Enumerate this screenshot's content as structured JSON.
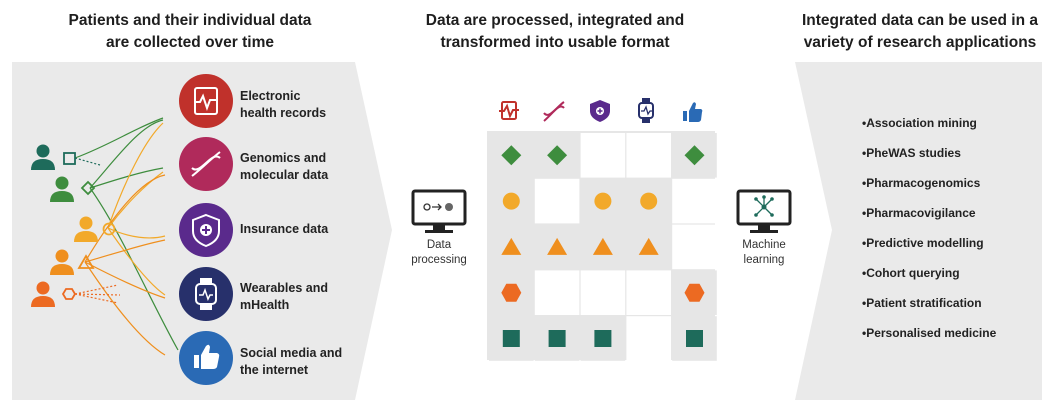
{
  "headers": {
    "col1": [
      "Patients and their individual data",
      "are collected over time"
    ],
    "col2": [
      "Data are processed, integrated and",
      "transformed into usable format"
    ],
    "col3": [
      "Integrated data can be used in a",
      "variety of research applications"
    ]
  },
  "sources": [
    {
      "icon": "ehr-icon",
      "color": "#c0312b",
      "label": [
        "Electronic",
        "health records"
      ]
    },
    {
      "icon": "dna-icon",
      "color": "#b02a5b",
      "label": [
        "Genomics and",
        "molecular data"
      ]
    },
    {
      "icon": "shield-icon",
      "color": "#5a2a8c",
      "label": [
        "Insurance data"
      ]
    },
    {
      "icon": "smartwatch-icon",
      "color": "#27306b",
      "label": [
        "Wearables and",
        "mHealth"
      ]
    },
    {
      "icon": "thumbs-up-icon",
      "color": "#2a6ab5",
      "label": [
        "Social media and",
        "the internet"
      ]
    }
  ],
  "processing": {
    "data_processing": [
      "Data",
      "processing"
    ],
    "machine_learning": [
      "Machine",
      "learning"
    ]
  },
  "matrix": {
    "rows": [
      "diamond",
      "circle",
      "triangle",
      "hexagon",
      "square"
    ],
    "colors": {
      "diamond": "#3e8d3e",
      "circle": "#f2a92a",
      "triangle": "#ef8f1e",
      "hexagon": "#ec6a22",
      "square": "#1e6b5b"
    },
    "cells": [
      [
        1,
        1,
        0,
        0,
        1
      ],
      [
        1,
        0,
        1,
        1,
        0
      ],
      [
        1,
        1,
        1,
        1,
        0
      ],
      [
        1,
        0,
        0,
        0,
        1
      ],
      [
        1,
        1,
        1,
        0,
        1
      ]
    ]
  },
  "applications": [
    "Association mining",
    "PheWAS studies",
    "Pharmacogenomics",
    "Pharmacovigilance",
    "Predictive modelling",
    "Cohort querying",
    "Patient stratification",
    "Personalised medicine"
  ]
}
